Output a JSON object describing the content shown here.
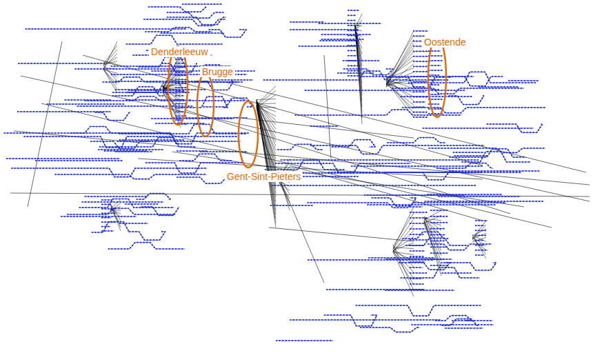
{
  "diagram": {
    "labels": [
      "Denderleeuw",
      "Brugge",
      "Gent-Sint-Pieters",
      "Oostende"
    ]
  }
}
